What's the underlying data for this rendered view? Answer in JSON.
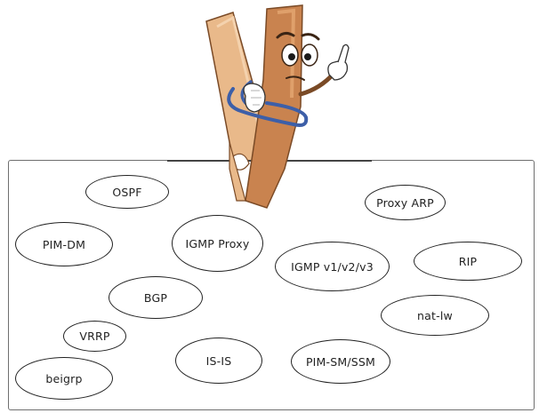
{
  "diagram": {
    "protocols": [
      {
        "id": "ospf",
        "label": "OSPF"
      },
      {
        "id": "proxy-arp",
        "label": "Proxy ARP"
      },
      {
        "id": "pim-dm",
        "label": "PIM-DM"
      },
      {
        "id": "igmp-proxy",
        "label": "IGMP Proxy"
      },
      {
        "id": "igmp-v123",
        "label": "IGMP v1/v2/v3"
      },
      {
        "id": "rip",
        "label": "RIP"
      },
      {
        "id": "bgp",
        "label": "BGP"
      },
      {
        "id": "nat-lw",
        "label": "nat-lw"
      },
      {
        "id": "vrrp",
        "label": "VRRP"
      },
      {
        "id": "is-is",
        "label": "IS-IS"
      },
      {
        "id": "pim-sm-ssm",
        "label": "PIM-SM/SSM"
      },
      {
        "id": "beigrp",
        "label": "beigrp"
      }
    ]
  },
  "colors": {
    "wood_light": "#e9b98a",
    "wood_dark": "#c9834f",
    "wood_outline": "#7a4a26",
    "spring": "#3d5fa8"
  }
}
